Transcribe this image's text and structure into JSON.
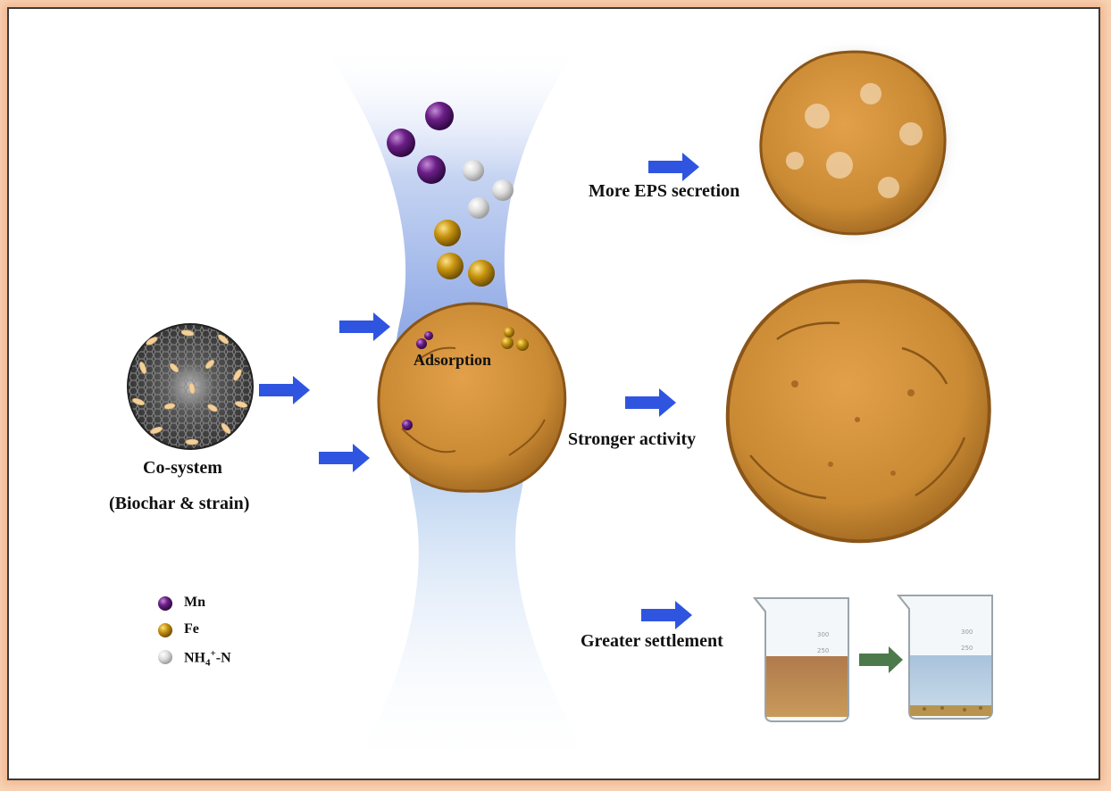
{
  "labels": {
    "co_system": "Co-system",
    "biochar_strain": "(Biochar & strain)",
    "adsorption": "Adsorption",
    "more_eps": "More EPS secretion",
    "stronger_activity": "Stronger activity",
    "greater_settlement": "Greater settlement"
  },
  "legend": [
    {
      "name": "Mn",
      "color": "#6b1f86"
    },
    {
      "name": "Fe",
      "color": "#c9950f"
    },
    {
      "name": "NH4+-N",
      "base": "NH",
      "sub": "4",
      "sup": "+",
      "suffix": "-N",
      "color": "#cfcfcf"
    }
  ],
  "colors": {
    "arrow": "#2f55e0",
    "green_arrow": "#4c7a4a",
    "floc": "#c98a33",
    "floc_dark": "#8a5518",
    "biochar": "#3d3d3d",
    "strain": "#f3cf9a"
  },
  "beaker_marks": [
    "300",
    "250"
  ]
}
